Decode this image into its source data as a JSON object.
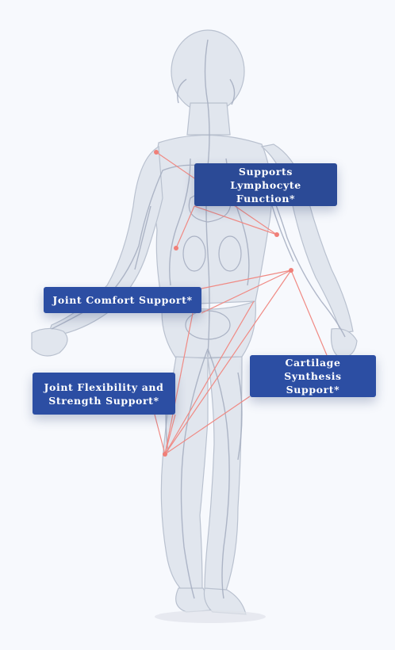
{
  "labels": {
    "lymphocyte": [
      "Supports Lymphocyte",
      "Function*"
    ],
    "joint_comfort": [
      "Joint Comfort Support*"
    ],
    "joint_flexibility": [
      "Joint Flexibility and",
      "Strength Support*"
    ],
    "cartilage": [
      "Cartilage Synthesis",
      "Support*"
    ]
  },
  "colors": {
    "background": "#f7f9fd",
    "box": "#2c4ea3",
    "box_text": "#ffffff",
    "connector": "#f08a84",
    "figure": "#c9d0dc",
    "vessels": "#9aa4b8"
  }
}
